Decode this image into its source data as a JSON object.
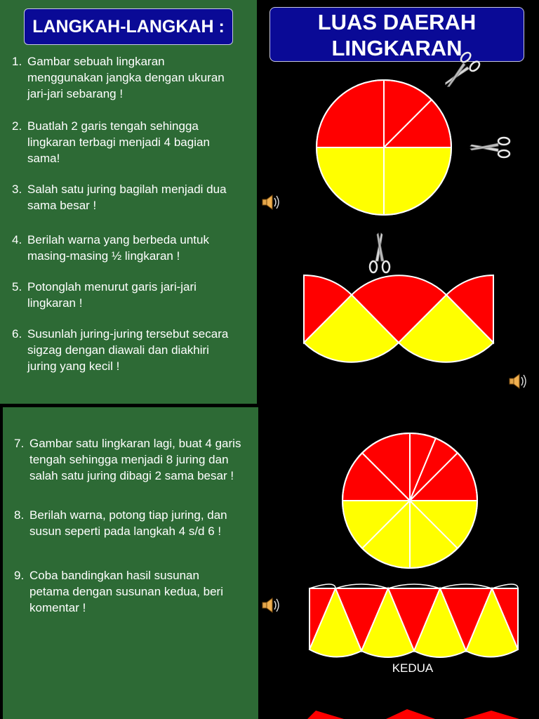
{
  "header": {
    "steps_title": "LANGKAH-LANGKAH :",
    "title_line1": "LUAS DAERAH",
    "title_line2": "LINGKARAN"
  },
  "steps": [
    {
      "num": "1.",
      "text": "Gambar sebuah lingkaran menggunakan jangka dengan ukuran jari-jari sebarang !"
    },
    {
      "num": "2.",
      "text": "Buatlah 2 garis tengah sehingga lingkaran terbagi menjadi 4 bagian sama!"
    },
    {
      "num": "3.",
      "text": "Salah satu juring bagilah menjadi dua sama besar !"
    },
    {
      "num": "4.",
      "text": "Berilah warna yang berbeda untuk masing-masing ½ lingkaran !"
    },
    {
      "num": "5.",
      "text": "Potonglah menurut garis jari-jari lingkaran !"
    },
    {
      "num": "6.",
      "text": "Susunlah juring-juring tersebut secara sigzag dengan diawali dan diakhiri juring yang kecil !"
    },
    {
      "num": "7.",
      "text": "Gambar satu lingkaran lagi, buat 4 garis tengah sehingga menjadi 8 juring dan salah satu juring dibagi 2 sama besar !"
    },
    {
      "num": "8.",
      "text": "Berilah warna, potong tiap juring, dan susun seperti pada langkah 4 s/d  6 !"
    },
    {
      "num": "9.",
      "text": "Coba bandingkan hasil susunan petama dengan susunan kedua, beri komentar !"
    }
  ],
  "labels": {
    "kedua": "KEDUA"
  },
  "colors": {
    "panel": "#2d6a35",
    "badge": "#0a0a96",
    "red": "#ff0000",
    "yellow": "#ffff00",
    "background": "#000000"
  },
  "icons": [
    "scissors-icon",
    "speaker-icon"
  ]
}
